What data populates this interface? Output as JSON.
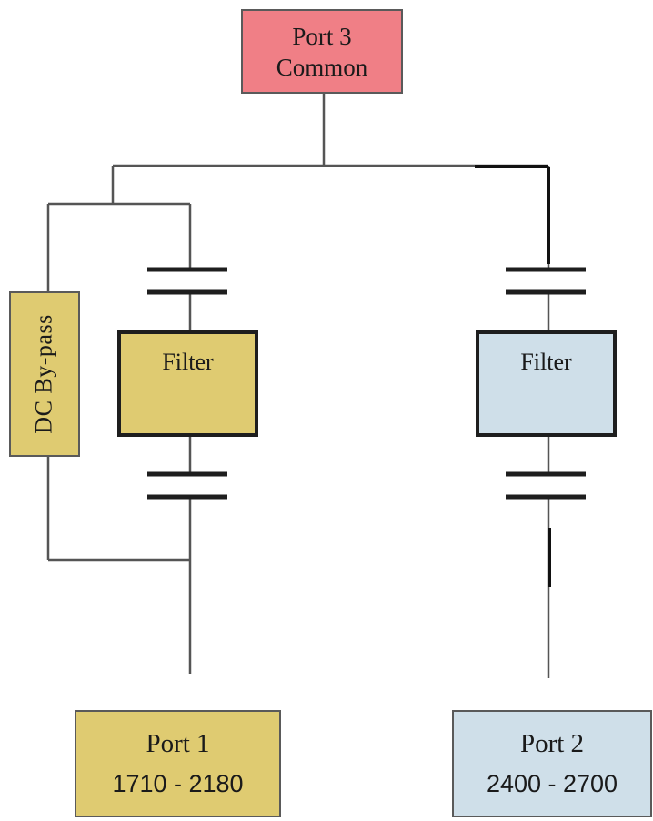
{
  "diagram": {
    "port3": {
      "title": "Port 3",
      "subtitle": "Common"
    },
    "dc_bypass": {
      "label": "DC By-pass"
    },
    "filter_left": {
      "label": "Filter"
    },
    "filter_right": {
      "label": "Filter"
    },
    "port1": {
      "title": "Port 1",
      "range": "1710 - 2180"
    },
    "port2": {
      "title": "Port 2",
      "range": "2400 - 2700"
    }
  },
  "colors": {
    "port3_fill": "#f07f86",
    "band1_fill": "#dfcb71",
    "band2_fill": "#cfdfe9",
    "wire": "#555555"
  }
}
